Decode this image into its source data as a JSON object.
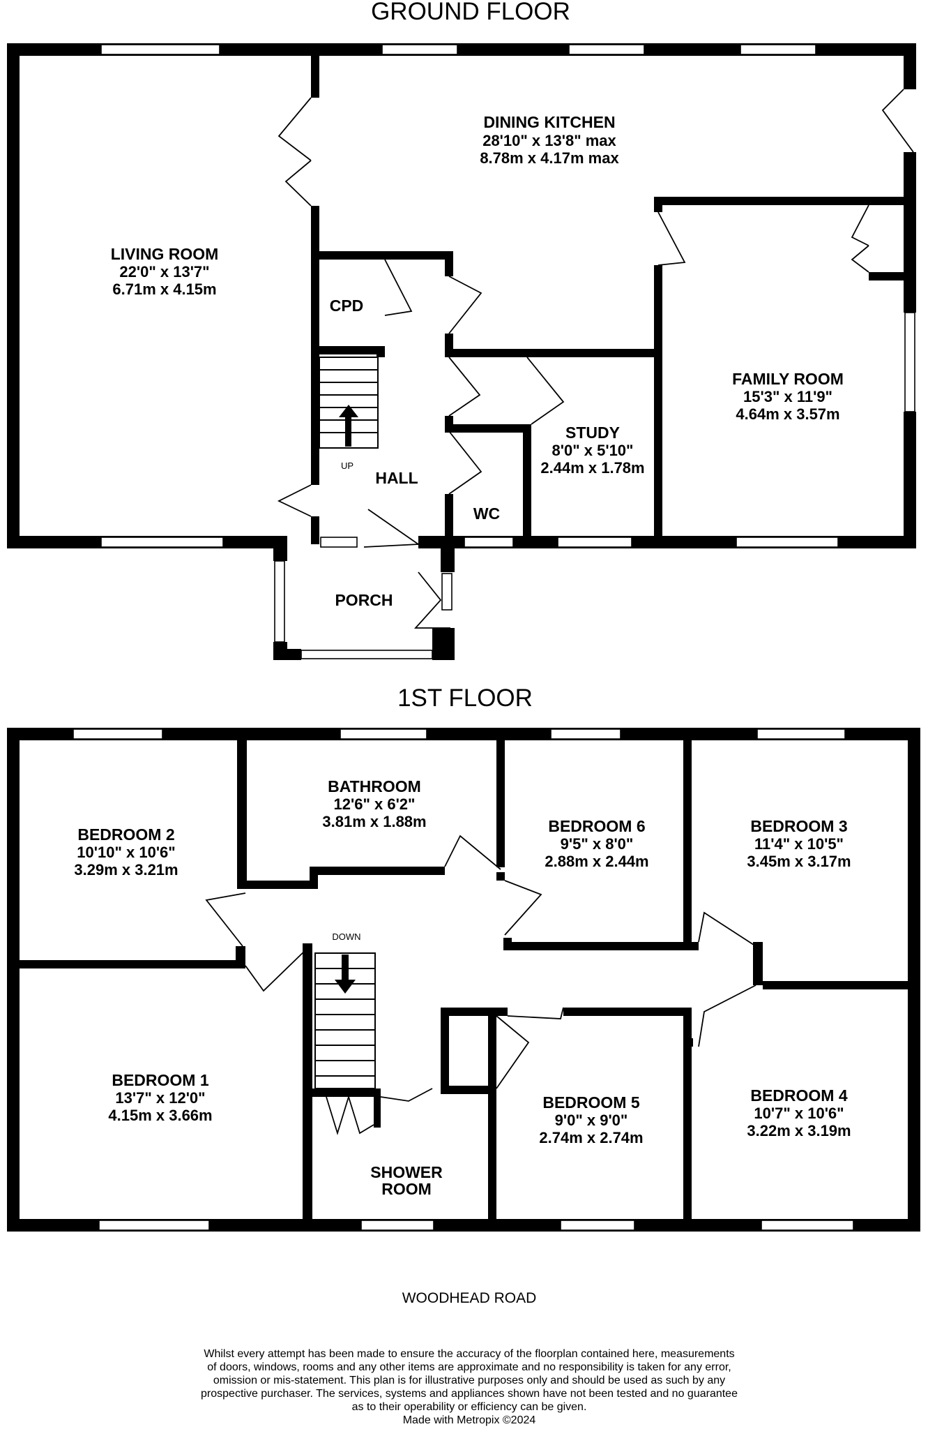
{
  "floors": {
    "ground": "GROUND FLOOR",
    "first": "1ST FLOOR"
  },
  "rooms": {
    "dining_kitchen": {
      "name": "DINING KITCHEN",
      "imperial": "28'10\"  x 13'8\" max",
      "metric": "8.78m  x 4.17m max"
    },
    "living_room": {
      "name": "LIVING ROOM",
      "imperial": "22'0\"  x 13'7\"",
      "metric": "6.71m  x 4.15m"
    },
    "cpd": {
      "name": "CPD"
    },
    "family_room": {
      "name": "FAMILY ROOM",
      "imperial": "15'3\"  x 11'9\"",
      "metric": "4.64m  x 3.57m"
    },
    "study": {
      "name": "STUDY",
      "imperial": "8'0\"  x 5'10\"",
      "metric": "2.44m  x 1.78m"
    },
    "hall": {
      "name": "HALL"
    },
    "wc": {
      "name": "WC"
    },
    "porch": {
      "name": "PORCH"
    },
    "bathroom": {
      "name": "BATHROOM",
      "imperial": "12'6\"  x 6'2\"",
      "metric": "3.81m  x 1.88m"
    },
    "bedroom2": {
      "name": "BEDROOM 2",
      "imperial": "10'10\"  x 10'6\"",
      "metric": "3.29m  x 3.21m"
    },
    "bedroom6": {
      "name": "BEDROOM 6",
      "imperial": "9'5\"  x 8'0\"",
      "metric": "2.88m  x 2.44m"
    },
    "bedroom3": {
      "name": "BEDROOM 3",
      "imperial": "11'4\"  x 10'5\"",
      "metric": "3.45m  x 3.17m"
    },
    "bedroom1": {
      "name": "BEDROOM 1",
      "imperial": "13'7\"  x 12'0\"",
      "metric": "4.15m  x 3.66m"
    },
    "bedroom5": {
      "name": "BEDROOM 5",
      "imperial": "9'0\"  x 9'0\"",
      "metric": "2.74m  x 2.74m"
    },
    "bedroom4": {
      "name": "BEDROOM 4",
      "imperial": "10'7\"  x 10'6\"",
      "metric": "3.22m  x 3.19m"
    },
    "shower_room": {
      "name_line1": "SHOWER",
      "name_line2": "ROOM"
    }
  },
  "stairs": {
    "up": "UP",
    "down": "DOWN"
  },
  "road": "WOODHEAD ROAD",
  "disclaimer": [
    "Whilst every attempt has been made to ensure the accuracy of the floorplan contained here, measurements",
    "of doors, windows, rooms and any other items are approximate and no responsibility is taken for any error,",
    "omission or mis-statement. This plan is for illustrative purposes only and should be used as such by any",
    "prospective purchaser. The services, systems and appliances shown have not been tested and no guarantee",
    "as to their operability or efficiency can be given."
  ],
  "credit": "Made with Metropix ©2024"
}
